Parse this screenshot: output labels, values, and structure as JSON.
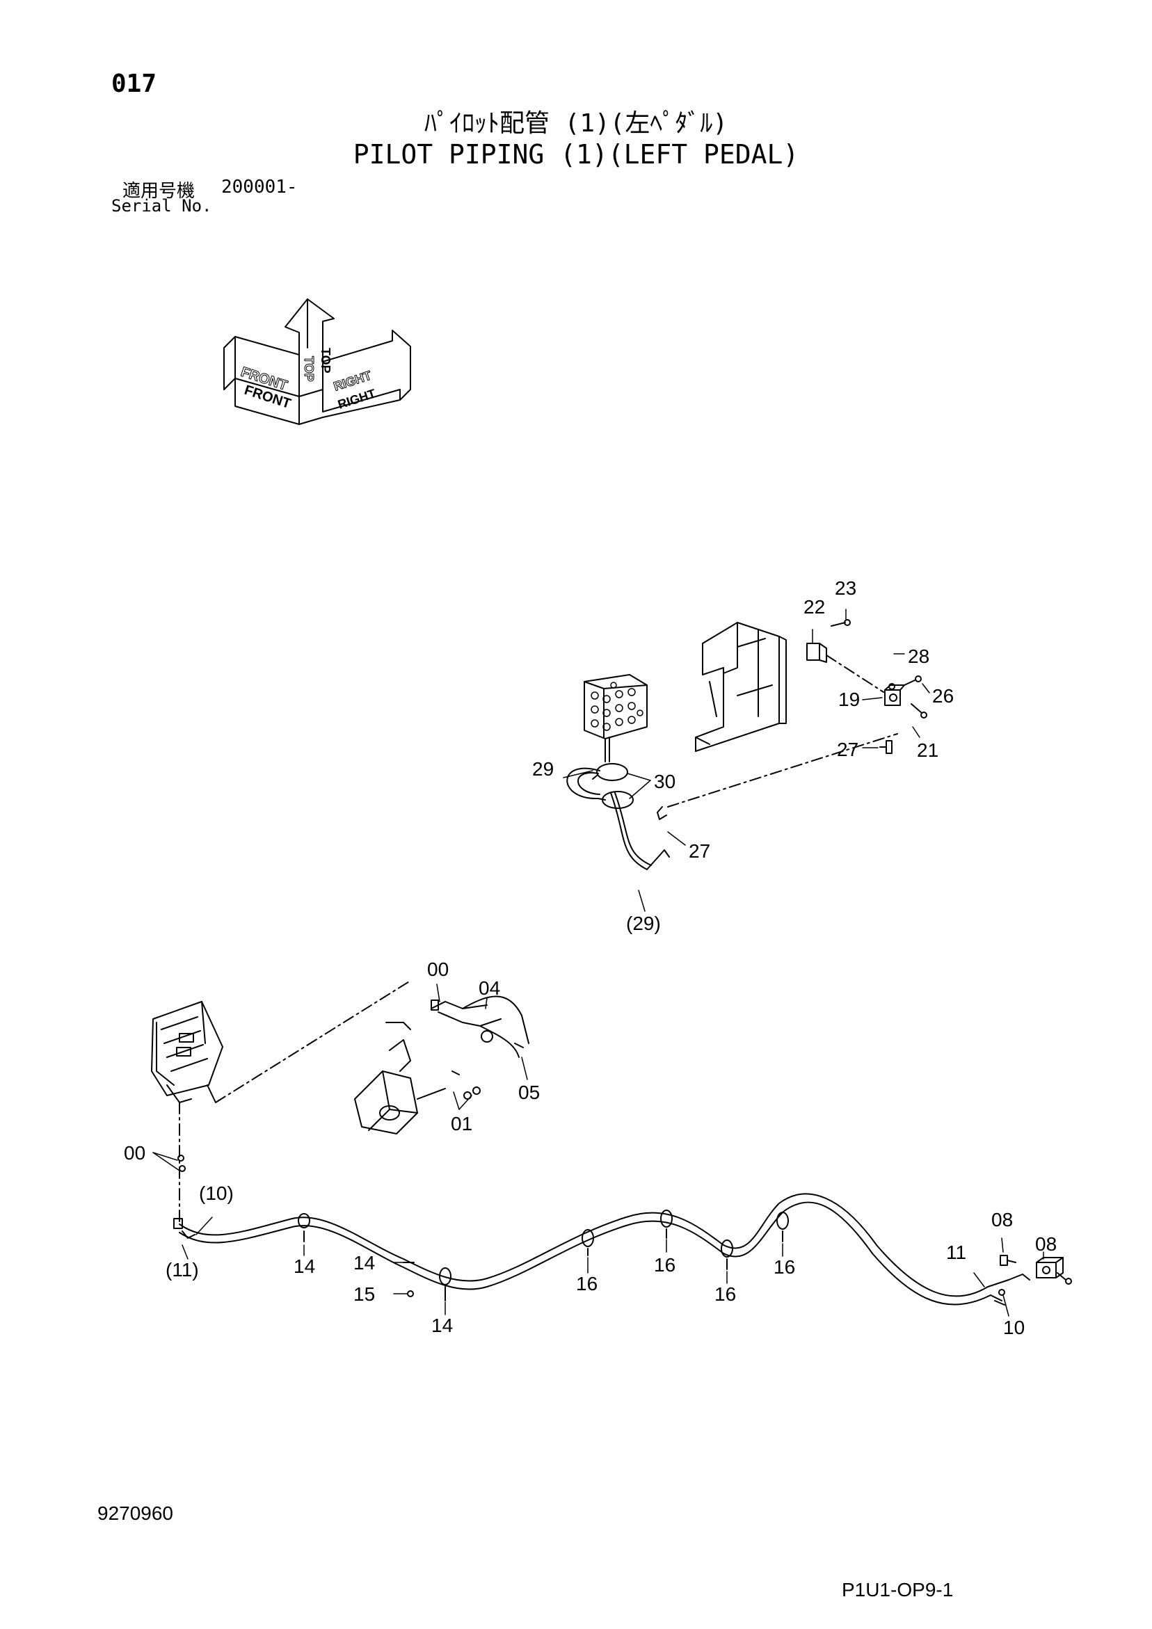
{
  "header": {
    "page_number": "017",
    "title_jp": "ﾊﾟｲﾛｯﾄ配管 (1)(左ﾍﾟﾀﾞﾙ)",
    "title_en": "PILOT PIPING (1)(LEFT PEDAL)",
    "serial_label_jp": "適用号機",
    "serial_value": "200001-",
    "serial_label_en": "Serial No."
  },
  "orientation_symbol": {
    "labels": [
      "FRONT",
      "FRONT",
      "TOP",
      "TOP",
      "RIGHT",
      "RIGHT"
    ]
  },
  "callouts": {
    "c23": "23",
    "c22": "22",
    "c28": "28",
    "c19": "19",
    "c26": "26",
    "c27a": "27",
    "c21": "21",
    "c29a": "29",
    "c30": "30",
    "c27b": "27",
    "c29p": "(29)",
    "c00a": "00",
    "c04": "04",
    "c05": "05",
    "c01": "01",
    "c00b": "00",
    "c10p": "(10)",
    "c11p": "(11)",
    "c14a": "14",
    "c14b": "14",
    "c15": "15",
    "c14c": "14",
    "c16a": "16",
    "c16b": "16",
    "c16c": "16",
    "c16d": "16",
    "c11": "11",
    "c08a": "08",
    "c08b": "08",
    "c10": "10"
  },
  "footer": {
    "document_number": "9270960",
    "page_reference": "P1U1-OP9-1"
  }
}
